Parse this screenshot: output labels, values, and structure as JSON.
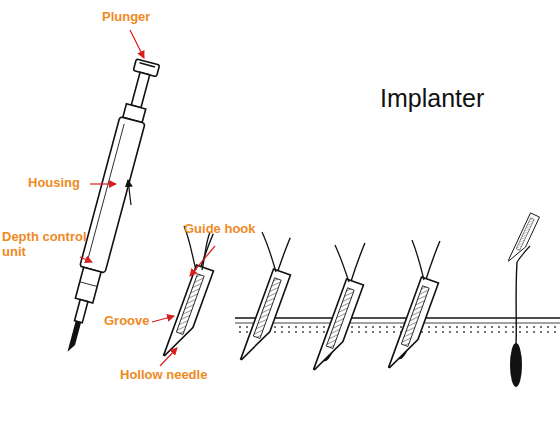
{
  "diagram": {
    "title": "Implanter",
    "labels": [
      "Plunger",
      "Housing",
      "Depth control unit",
      "Guide hook",
      "Groove",
      "Hollow needle"
    ]
  }
}
